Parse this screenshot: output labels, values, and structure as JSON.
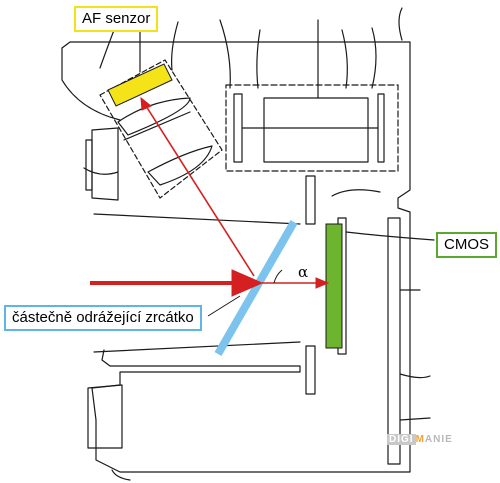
{
  "labels": {
    "af_sensor": "AF senzor",
    "cmos": "CMOS",
    "mirror": "částečně odrážející zrcátko",
    "angle": "α"
  },
  "watermark": {
    "part1": "DIGI",
    "part2": "M",
    "part3": "ANIE"
  },
  "colors": {
    "af_sensor": "#f5e31a",
    "cmos": "#6db52e",
    "mirror": "#7cc4ee",
    "light_ray": "#d42020",
    "line": "#1a1a1a"
  }
}
